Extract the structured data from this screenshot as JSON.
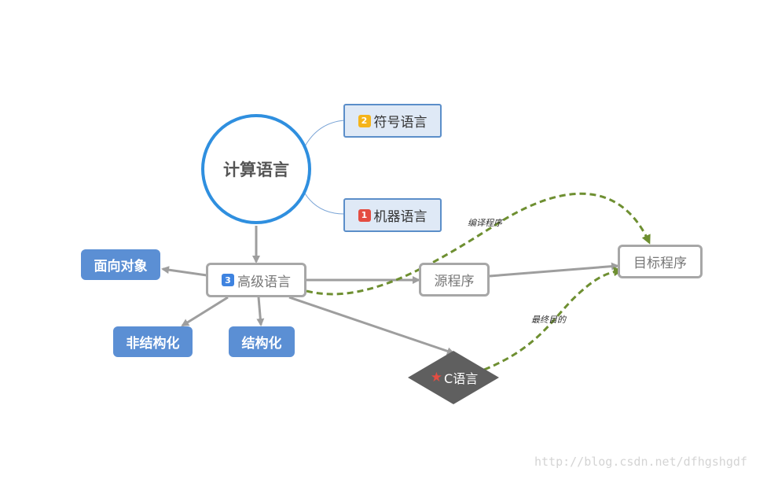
{
  "diagram": {
    "center": "计算语言",
    "symbol_lang": {
      "num": "2",
      "label": "符号语言",
      "badge_color": "#f5b41a"
    },
    "machine_lang": {
      "num": "1",
      "label": "机器语言",
      "badge_color": "#e44d42"
    },
    "high_lang": {
      "num": "3",
      "label": "高级语言",
      "badge_color": "#3e83e0"
    },
    "oo": "面向对象",
    "non_structured": "非结构化",
    "structured": "结构化",
    "source": "源程序",
    "target": "目标程序",
    "c_lang": {
      "label": "C语言",
      "star_color": "#e44d42"
    },
    "edge_compile": "编译程序",
    "edge_goal": "最终目的"
  },
  "colors": {
    "circle_border": "#2f8fdf",
    "arrow_gray": "#9e9e9e",
    "dashed_green": "#6e8f31",
    "blue_node": "#5b8fd4",
    "diamond": "#5f5f5f"
  },
  "watermark": "http://blog.csdn.net/dfhgshgdf"
}
